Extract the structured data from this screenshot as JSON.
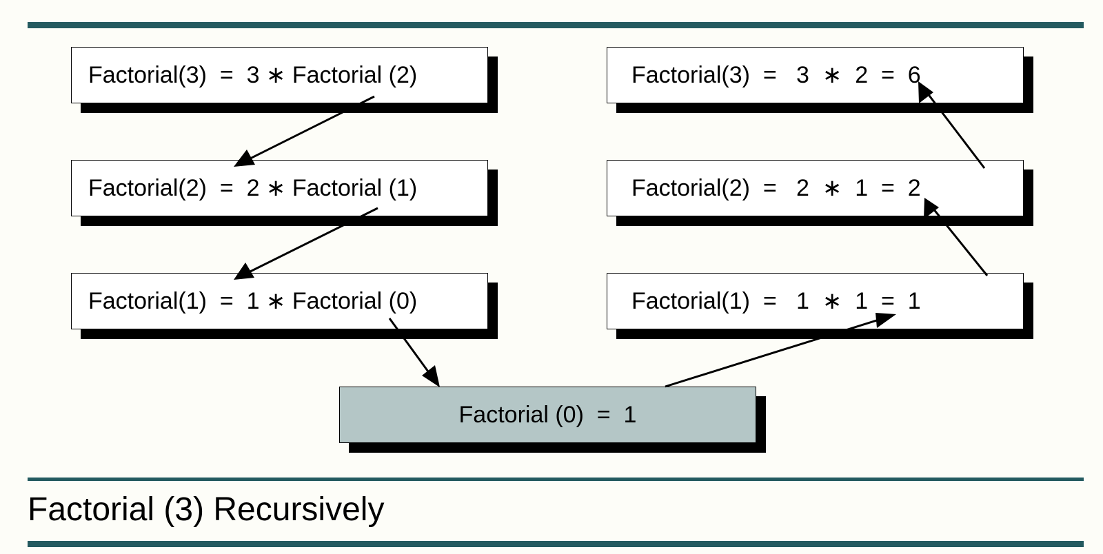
{
  "colors": {
    "rule": "#245a60",
    "base_box_fill": "#b4c6c6",
    "box_fill": "#ffffff",
    "shadow": "#000000"
  },
  "left_column": [
    "Factorial(3)  =  3 ∗ Factorial (2)",
    "Factorial(2)  =  2 ∗ Factorial (1)",
    "Factorial(1)  =  1 ∗ Factorial (0)"
  ],
  "right_column": [
    "Factorial(3)  =   3  ∗  2  =  6",
    "Factorial(2)  =   2  ∗  1  =  2",
    "Factorial(1)  =   1  ∗  1  =  1"
  ],
  "base_case": "Factorial (0)  =  1",
  "caption": "Factorial (3) Recursively"
}
